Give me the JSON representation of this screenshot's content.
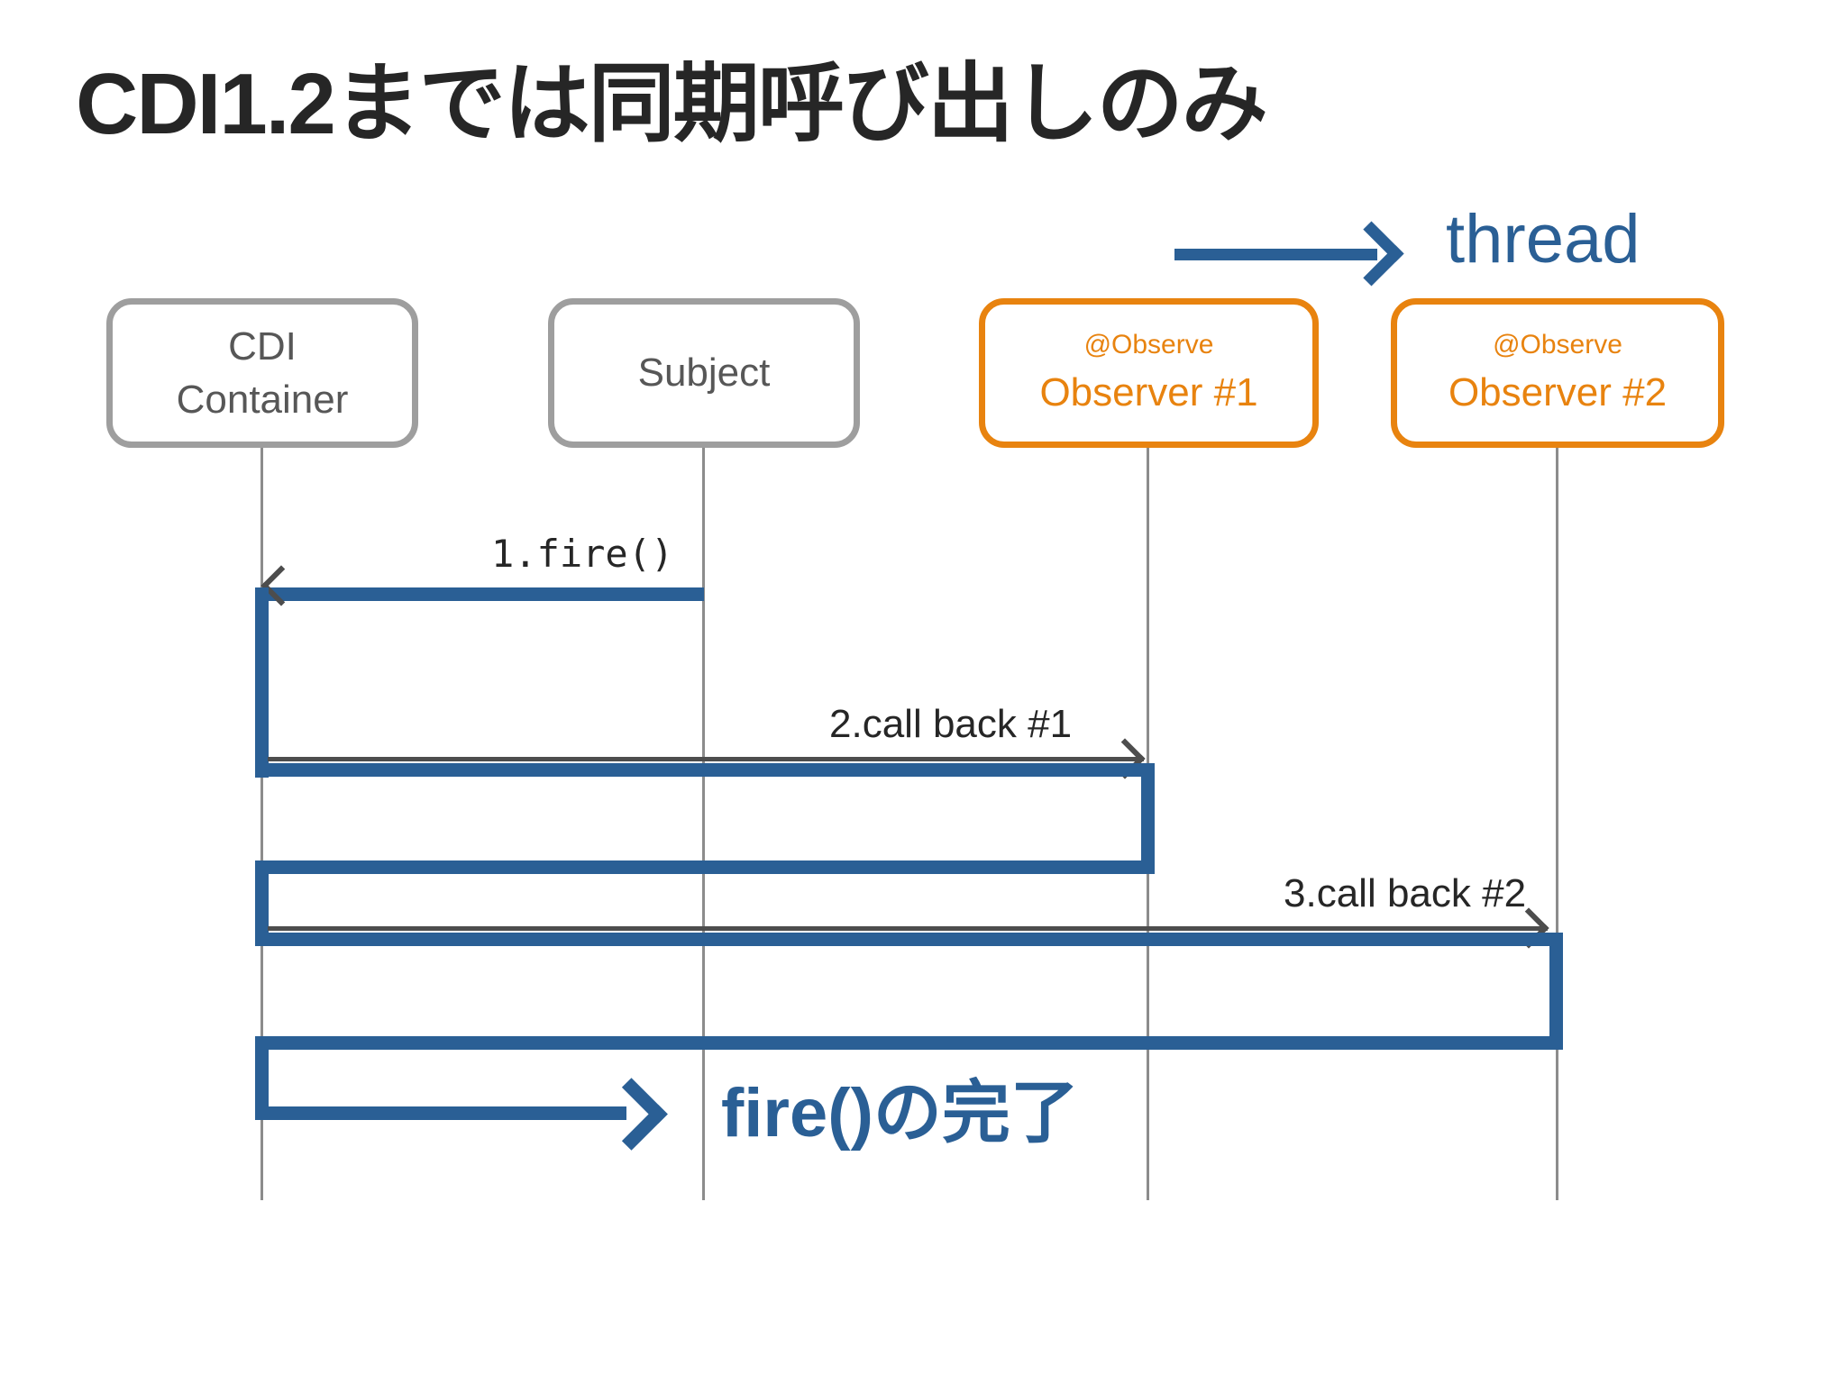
{
  "slide": {
    "title": "CDI1.2までは同期呼び出しのみ",
    "thread_label": "thread"
  },
  "actors": [
    {
      "name": "cdi-container",
      "style": "gray",
      "lines": [
        "CDI",
        "Container"
      ]
    },
    {
      "name": "subject",
      "style": "gray",
      "lines": [
        "Subject"
      ]
    },
    {
      "name": "observer-1",
      "style": "orange",
      "lines": [
        "@Observe",
        "Observer #1"
      ]
    },
    {
      "name": "observer-2",
      "style": "orange",
      "lines": [
        "@Observe",
        "Observer #2"
      ]
    }
  ],
  "messages": [
    {
      "label": "1.fire()",
      "from": "Subject",
      "to": "CDI Container",
      "direction": "left"
    },
    {
      "label": "2.call back #1",
      "from": "CDI Container",
      "to": "Observer #1",
      "direction": "right"
    },
    {
      "label": "3.call back #2",
      "from": "CDI Container",
      "to": "Observer #2",
      "direction": "right"
    },
    {
      "label": "fire()の完了",
      "from": "CDI Container",
      "to": "Subject",
      "direction": "right"
    }
  ],
  "colors": {
    "blue": "#2A5F95",
    "orange": "#E8830F",
    "box_border_gray": "#9E9E9E",
    "box_text_gray": "#575757",
    "lifeline_gray": "#8C8C8C",
    "arrow_gray": "#4D4D4D",
    "title_black": "#262626"
  }
}
